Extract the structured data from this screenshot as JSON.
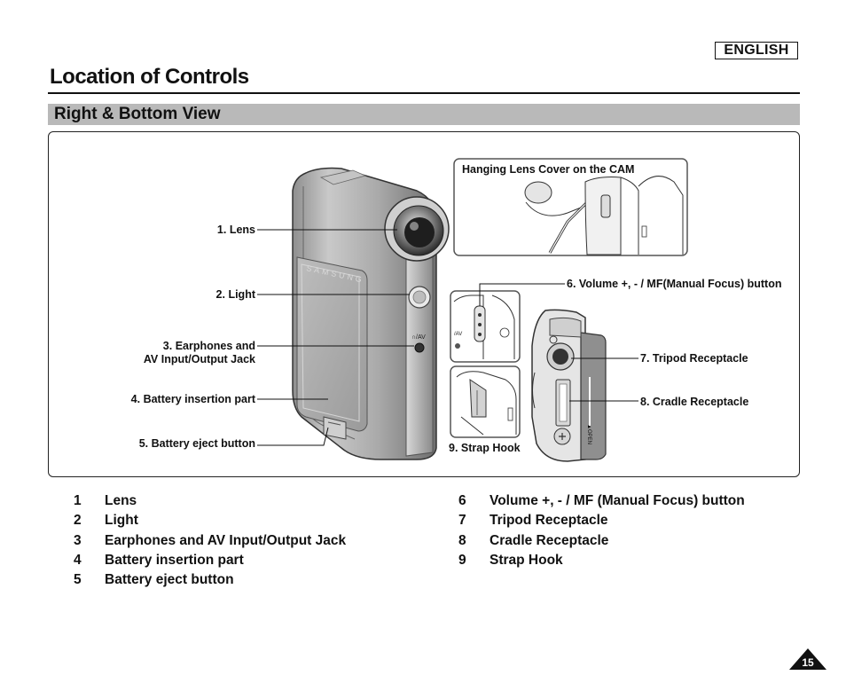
{
  "header": {
    "language_badge": "ENGLISH",
    "page_title": "Location of Controls"
  },
  "section": {
    "title": "Right & Bottom View"
  },
  "figure": {
    "brand_text": "SAMSUNG",
    "jack_label": "∩/AV",
    "open_label": "▲OPEN",
    "inset_title": "Hanging Lens Cover on the CAM",
    "callouts": [
      {
        "id": "lens",
        "line1": "1. Lens",
        "line2": ""
      },
      {
        "id": "light",
        "line1": "2. Light",
        "line2": ""
      },
      {
        "id": "earphones",
        "line1": "3. Earphones and",
        "line2": "AV Input/Output Jack"
      },
      {
        "id": "battery-insertion",
        "line1": "4. Battery insertion part",
        "line2": ""
      },
      {
        "id": "battery-eject",
        "line1": "5. Battery eject button",
        "line2": ""
      },
      {
        "id": "volume",
        "line1": "6. Volume +, - / MF(Manual Focus) button",
        "line2": ""
      },
      {
        "id": "tripod",
        "line1": "7. Tripod Receptacle",
        "line2": ""
      },
      {
        "id": "cradle",
        "line1": "8. Cradle Receptacle",
        "line2": ""
      },
      {
        "id": "strap",
        "line1": "9. Strap Hook",
        "line2": ""
      }
    ]
  },
  "legend": {
    "left": [
      {
        "num": "1",
        "text": "Lens"
      },
      {
        "num": "2",
        "text": "Light"
      },
      {
        "num": "3",
        "text": "Earphones and AV Input/Output Jack"
      },
      {
        "num": "4",
        "text": "Battery insertion part"
      },
      {
        "num": "5",
        "text": "Battery eject button"
      }
    ],
    "right": [
      {
        "num": "6",
        "text": "Volume +, - / MF (Manual Focus) button"
      },
      {
        "num": "7",
        "text": "Tripod Receptacle"
      },
      {
        "num": "8",
        "text": "Cradle Receptacle"
      },
      {
        "num": "9",
        "text": "Strap Hook"
      }
    ]
  },
  "footer": {
    "page_number": "15"
  }
}
